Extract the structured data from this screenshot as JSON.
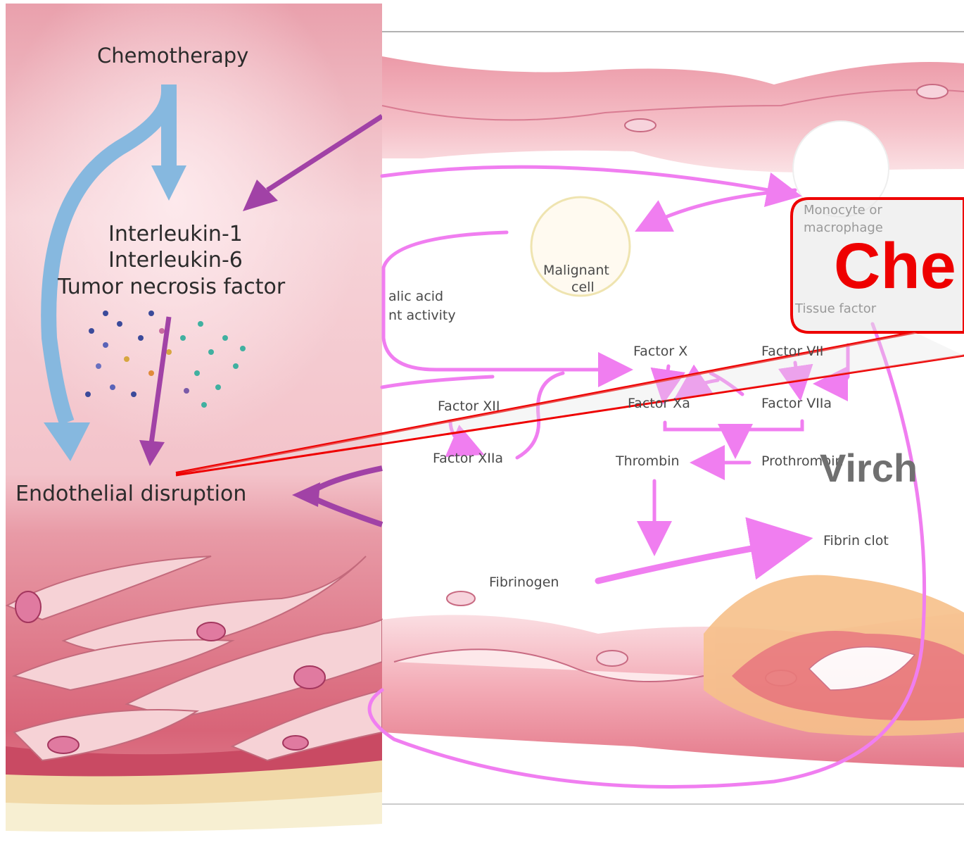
{
  "left_panel": {
    "chemotherapy": "Chemotherapy",
    "cytokines": [
      "Interleukin-1",
      "Interleukin-6",
      "Tumor necrosis factor"
    ],
    "endothelial": "Endothelial disruption"
  },
  "right_panel": {
    "sialic": [
      "alic acid",
      "nt activity"
    ],
    "malignant": [
      "Malignant",
      "cell"
    ],
    "monocyte": [
      "Monocyte or",
      "macrophage"
    ],
    "tissue_factor": "Tissue factor",
    "factor_x": "Factor X",
    "factor_vii": "Factor VII",
    "factor_xa": "Factor Xa",
    "factor_viia": "Factor VIIa",
    "factor_xii": "Factor XII",
    "factor_xiia": "Factor XIIa",
    "thrombin": "Thrombin",
    "prothrombin": "Prothrombin",
    "fibrinogen": "Fibrinogen",
    "fibrin_clot": "Fibrin clot"
  },
  "overlay": {
    "callout_title": "Che",
    "virchow_label": "Virch"
  },
  "colors": {
    "callout_red": "#ee0000",
    "arrow_magenta": "#ee82ee",
    "arrow_purple": "#a040a0",
    "arrow_blue": "#7aaed6"
  }
}
